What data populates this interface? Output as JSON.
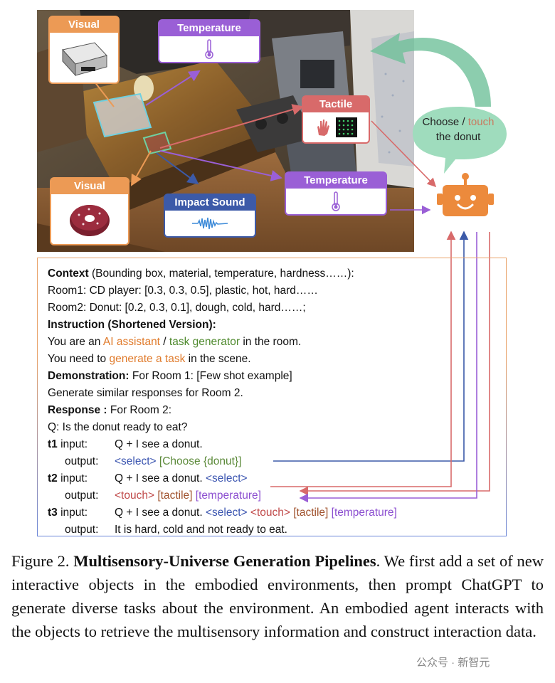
{
  "figure": {
    "scene_labels": {
      "visual_top": "Visual",
      "temperature_top": "Temperature",
      "tactile": "Tactile",
      "visual_bottom": "Visual",
      "impact_sound": "Impact Sound",
      "temperature_bottom": "Temperature"
    },
    "bubble": {
      "part1": "Choose / ",
      "touch": "touch",
      "part2": "the donut"
    },
    "colors": {
      "visual": "#ec9a55",
      "temperature": "#9a5fd6",
      "tactile": "#d86a6a",
      "impact_sound": "#3c5aa8",
      "bubble": "#8fd4b1",
      "robot": "#ec8a3c"
    },
    "icons": [
      "thermometer-icon",
      "hand-icon",
      "tactile-grid-icon",
      "waveform-icon",
      "robot-icon",
      "donut-icon",
      "cd-player-icon"
    ]
  },
  "prompt": {
    "context_label": "Context",
    "context_rest": " (Bounding box, material, temperature, hardness……):",
    "room1": "Room1: CD player: [0.3, 0.3, 0.5], plastic, hot, hard……",
    "room2": "Room2: Donut: [0.2, 0.3, 0.1], dough, cold, hard……;",
    "instruction_label": "Instruction (Shortened Version):",
    "you_are_an": "You are an ",
    "ai_assistant": "AI assistant",
    "slash": " / ",
    "task_generator": "task generator",
    "in_the_room": " in the room.",
    "you_need_to": "You need to ",
    "generate_a_task": "generate a task",
    "in_the_scene": " in the scene.",
    "demonstration_label": "Demonstration:",
    "demonstration_rest": " For Room 1: [Few shot example]",
    "generate_similar": "Generate similar responses for Room 2.",
    "response_label": "Response :",
    "response_rest": " For Room 2:",
    "question": "Q: Is the donut ready to eat?",
    "t1_label": "t1",
    "t2_label": "t2",
    "t3_label": "t3",
    "input_word": " input:",
    "output_word": "output:",
    "t1_input": "Q + I see a donut.",
    "t1_select": "<select>",
    "t1_choose": "[Choose {donut}]",
    "t2_input": "Q + I see a donut. ",
    "t2_select": "<select>",
    "t2_touch": "<touch>",
    "t2_tactile": "[tactile]",
    "t2_temperature": "[temperature]",
    "t3_input": "Q + I see a donut. ",
    "t3_select": "<select>",
    "t3_touch": "<touch>",
    "t3_tactile": "[tactile]",
    "t3_temperature": "[temperature]",
    "t3_output": "It is hard, cold and not ready to eat."
  },
  "caption": {
    "prefix": "Figure 2. ",
    "title": "Multisensory-Universe Generation Pipelines",
    "body": ". We first add a set of new interactive objects in the embodied environments, then prompt ChatGPT to generate diverse tasks about the environment. An embodied agent interacts with the objects to retrieve the multisensory information and construct interaction data."
  },
  "watermark": "公众号 · 新智元"
}
